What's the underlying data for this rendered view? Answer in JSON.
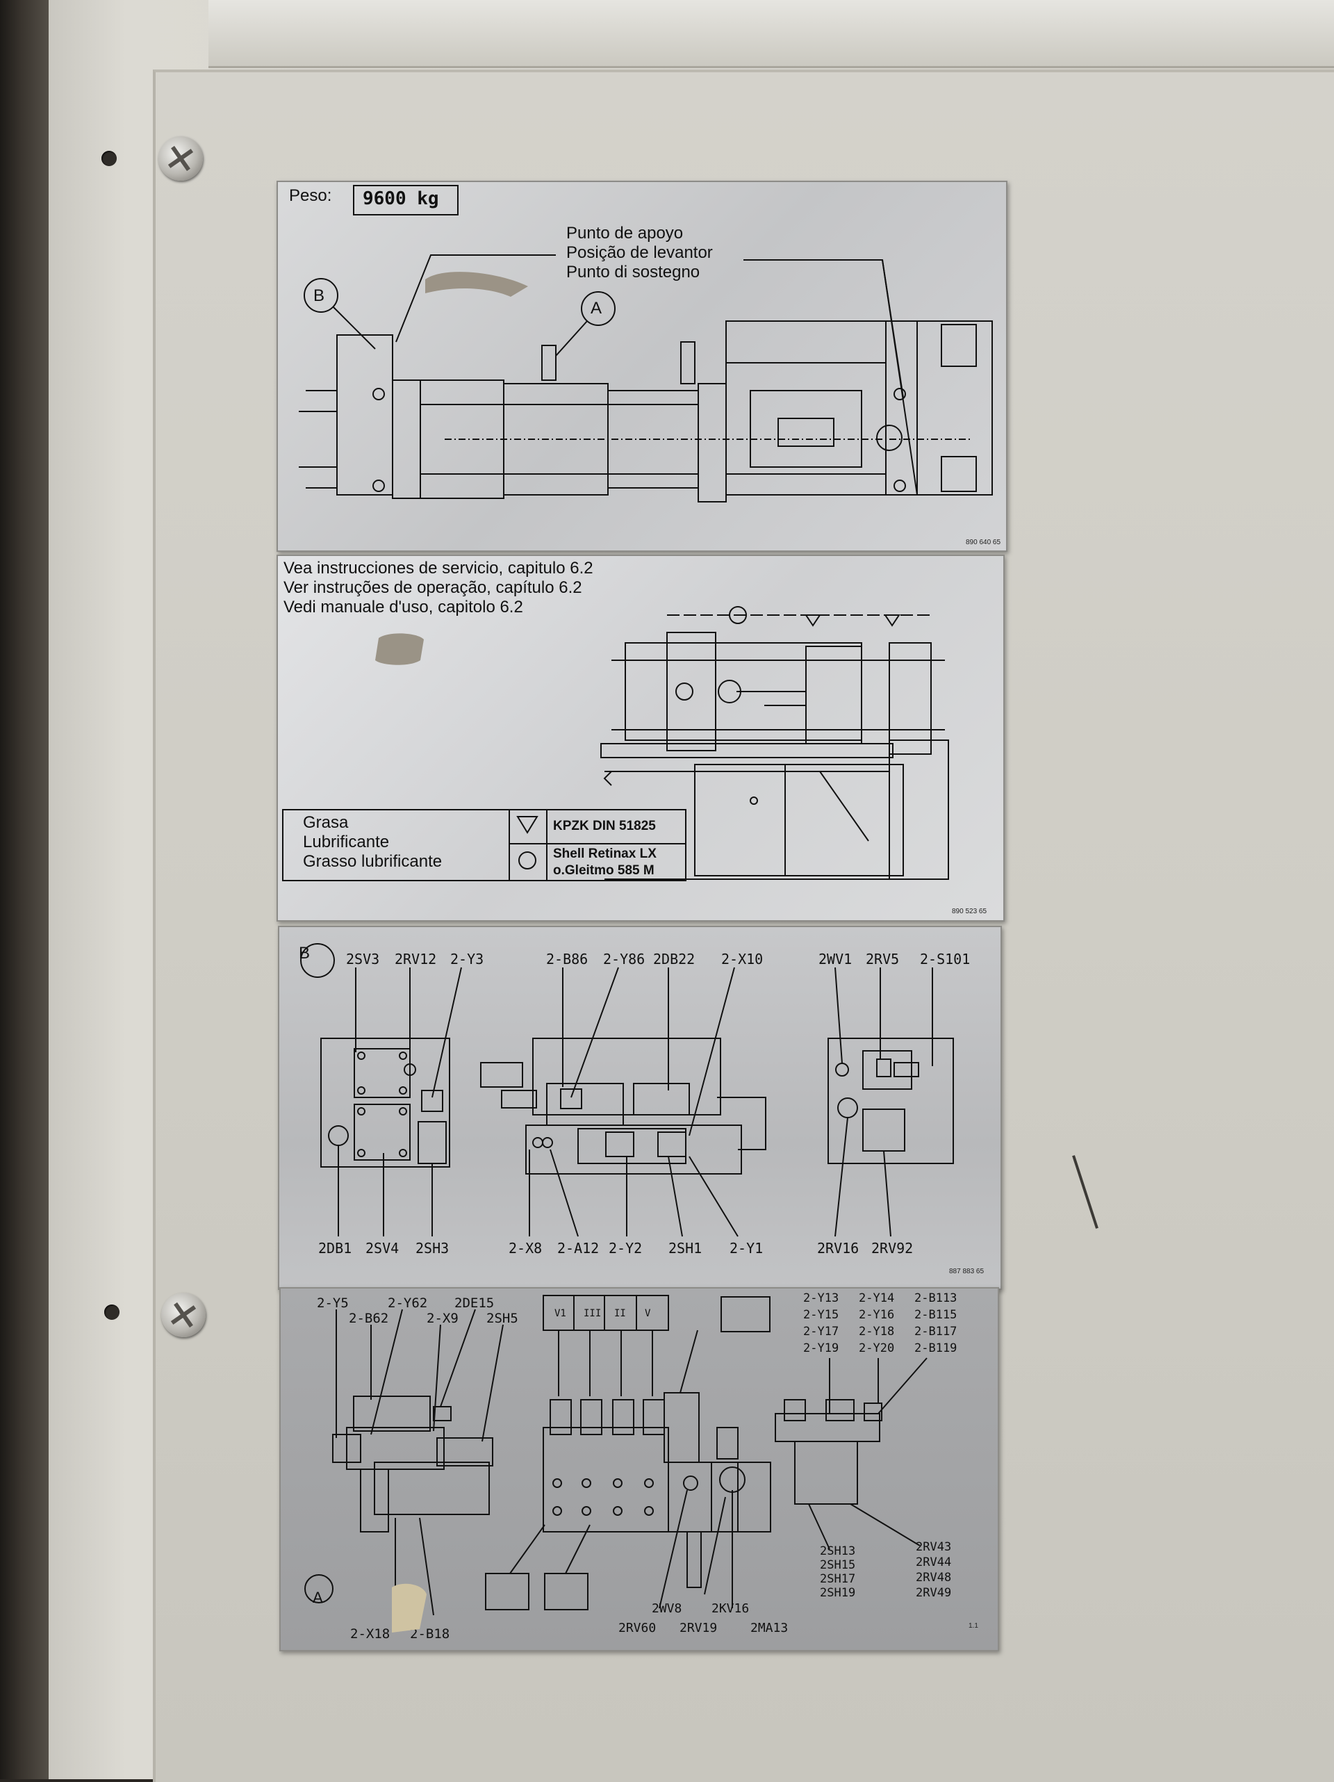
{
  "plate1": {
    "weight_label": "Peso:",
    "weight_value": "9600 kg",
    "support_lines": [
      "Punto de apoyo",
      "Posição de levantor",
      "Punto di sostegno"
    ],
    "marker_b": "B",
    "marker_a": "A",
    "code": "890 640 65"
  },
  "plate2": {
    "instructions": [
      "Vea instrucciones de servicio, capitulo 6.2",
      "Ver instruções de operação, capítulo 6.2",
      "Vedi manuale d'uso, capitolo 6.2"
    ],
    "grease_labels": [
      "Grasa",
      "Lubrificante",
      "Grasso lubrificante"
    ],
    "grease_triangle": "KPZK DIN 51825",
    "grease_circle_1": "Shell Retinax LX",
    "grease_circle_2": "o.Gleitmo 585 M",
    "code": "890 523 65"
  },
  "plate3": {
    "marker": "B",
    "top_labels": [
      "2SV3",
      "2RV12",
      "2-Y3",
      "2-B86",
      "2-Y86",
      "2DB22",
      "2-X10",
      "2WV1",
      "2RV5",
      "2-S101"
    ],
    "bottom_labels": [
      "2DB1",
      "2SV4",
      "2SH3",
      "2-X8",
      "2-A12",
      "2-Y2",
      "2SH1",
      "2-Y1",
      "2RV16",
      "2RV92"
    ],
    "code": "887 883 65"
  },
  "plate4": {
    "marker": "A",
    "top_left_labels": [
      "2-Y5",
      "2-Y62",
      "2DE15",
      "2-B62",
      "2-X9",
      "2SH5"
    ],
    "valve_labels": [
      "V1",
      "III",
      "II",
      "V"
    ],
    "right_grid": [
      "2-Y13",
      "2-Y14",
      "2-B113",
      "2-Y15",
      "2-Y16",
      "2-B115",
      "2-Y17",
      "2-Y18",
      "2-B117",
      "2-Y19",
      "2-Y20",
      "2-B119"
    ],
    "right_bottom_left": [
      "2SH13",
      "2SH15",
      "2SH17",
      "2SH19"
    ],
    "right_bottom_right": [
      "2RV43",
      "2RV44",
      "2RV48",
      "2RV49"
    ],
    "bottom_labels": [
      "2-X18",
      "2-B18",
      "2WV8",
      "2KV16",
      "2RV60",
      "2RV19",
      "2MA13"
    ],
    "code": "1.1"
  }
}
